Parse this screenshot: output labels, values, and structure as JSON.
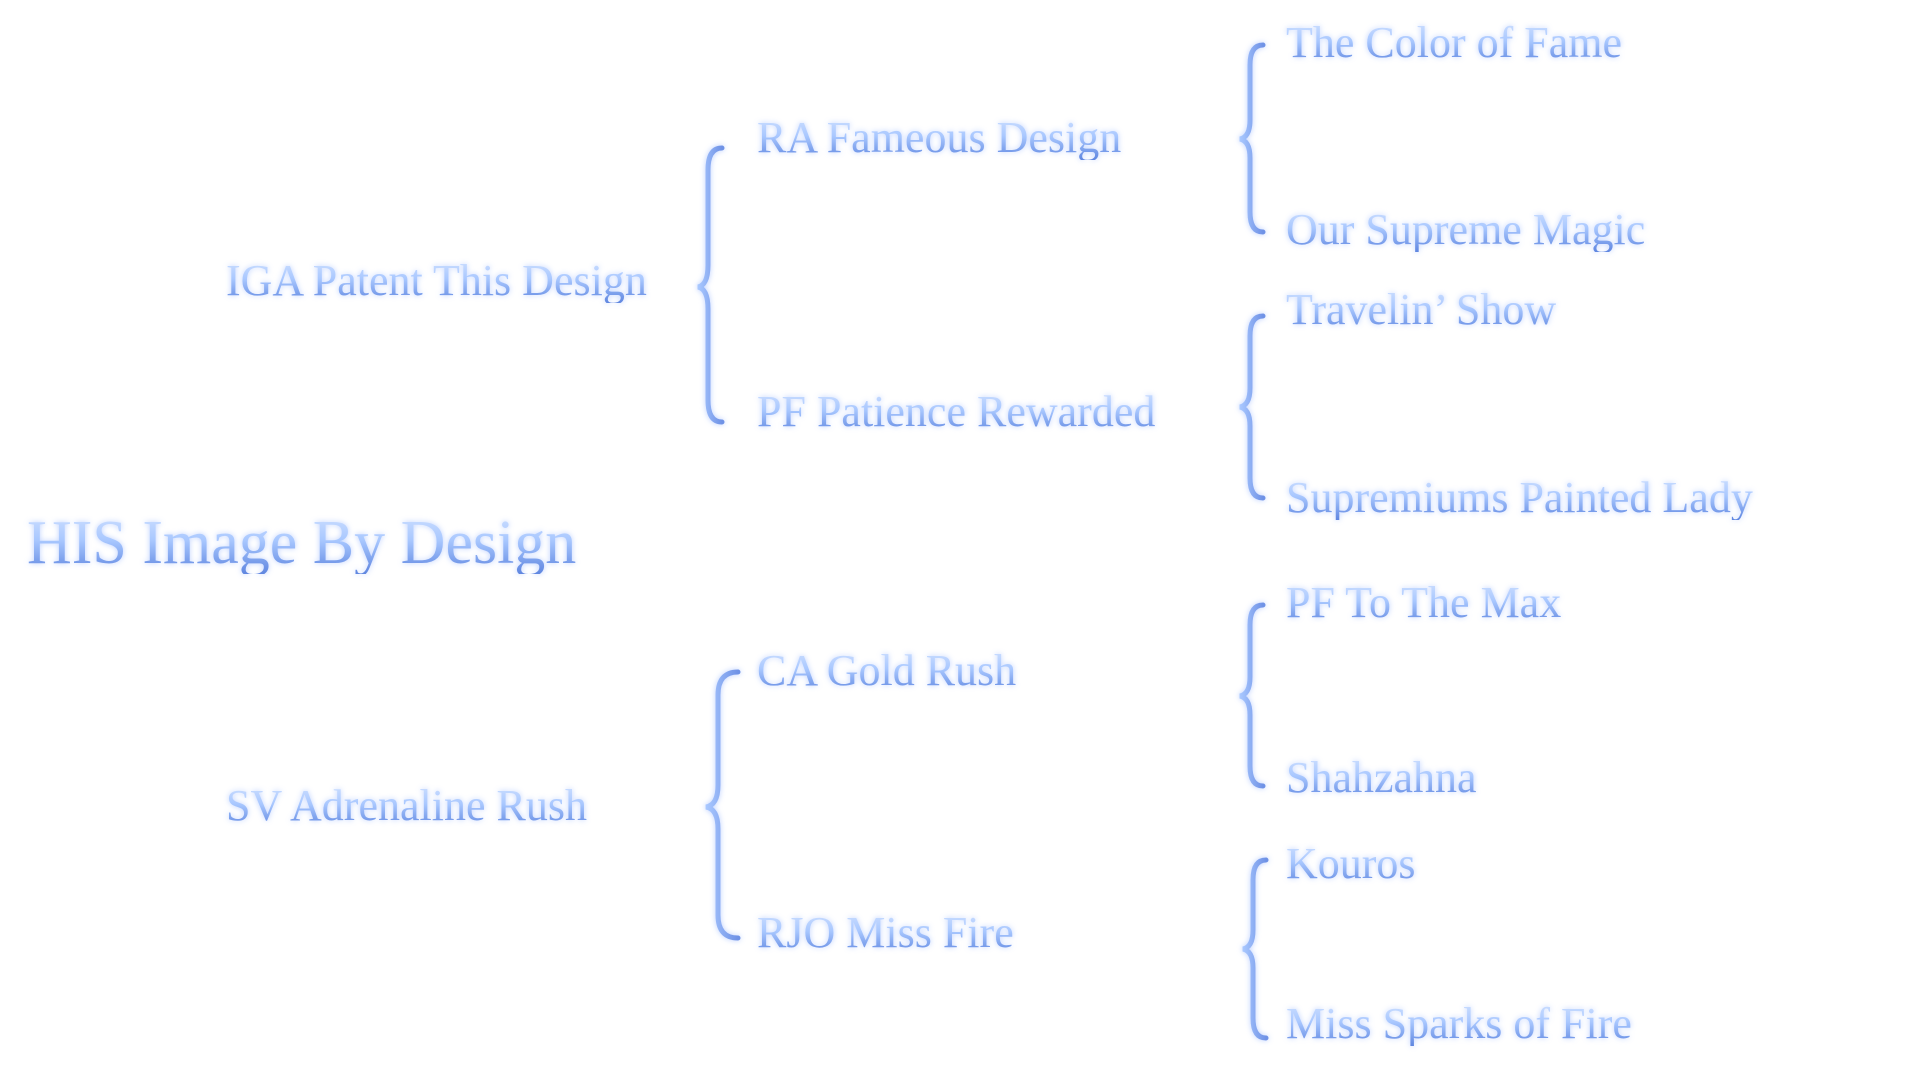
{
  "root": "HIS Image By Design",
  "sire": {
    "name": "IGA Patent This Design",
    "sire": {
      "name": "RA Fameous Design",
      "sire": "The Color of Fame",
      "dam": "Our Supreme Magic"
    },
    "dam": {
      "name": "PF Patience Rewarded",
      "sire": "Travelin’ Show",
      "dam": "Supremiums Painted Lady"
    }
  },
  "dam": {
    "name": "SV Adrenaline Rush",
    "sire": {
      "name": "CA Gold Rush",
      "sire": "PF To The Max",
      "dam": "Shahzahna"
    },
    "dam": {
      "name": "RJO Miss Fire",
      "sire": "Kouros",
      "dam": "Miss Sparks of Fire"
    }
  },
  "colors": {
    "light": "#cfe0ff",
    "dark": "#5f86e0"
  }
}
